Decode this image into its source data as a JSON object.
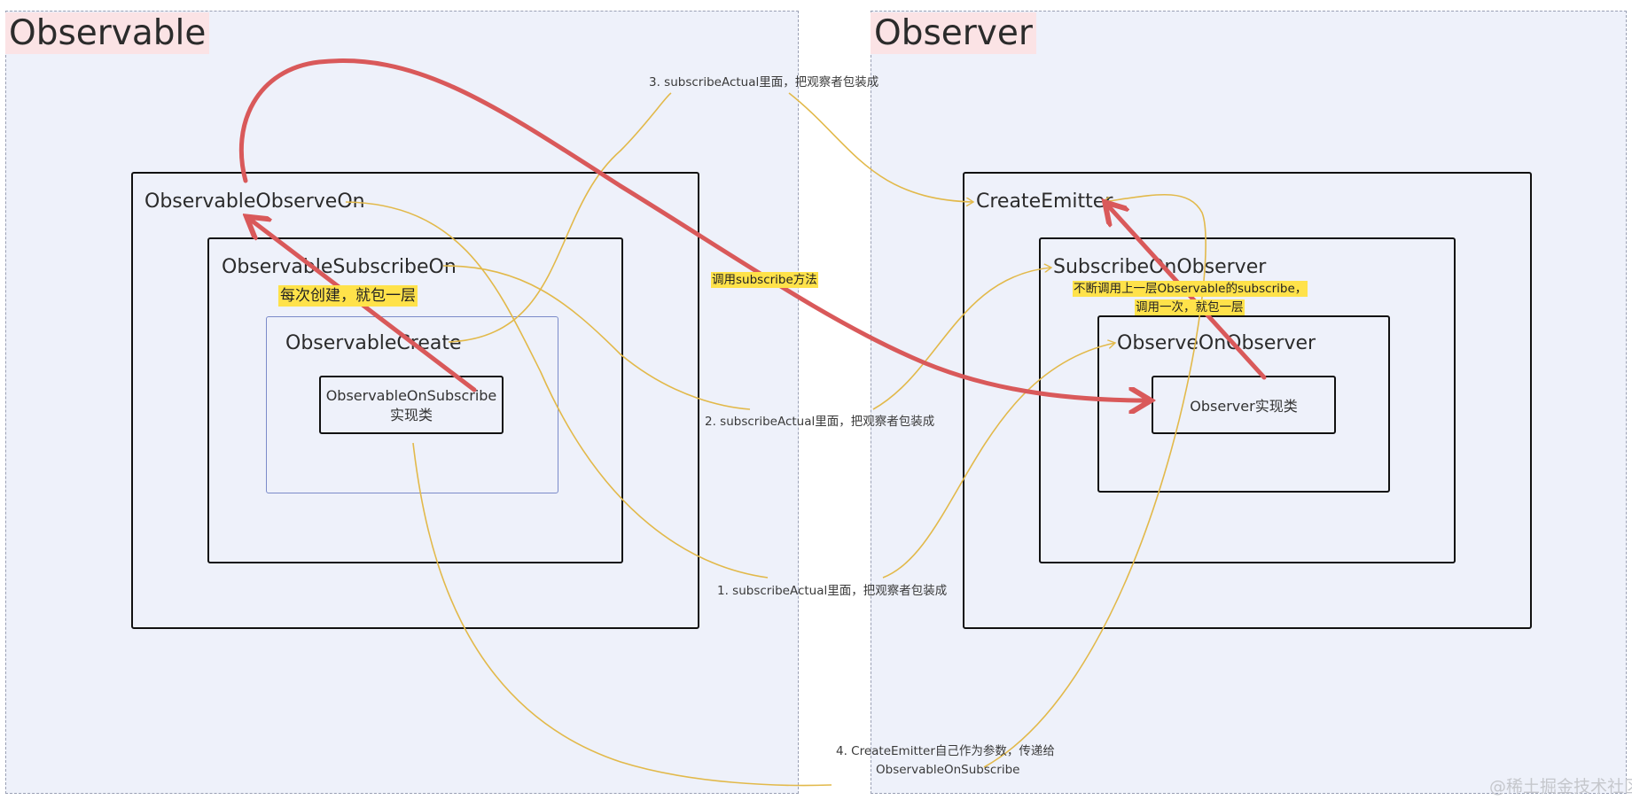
{
  "panels": {
    "observable": {
      "title": "Observable"
    },
    "observer": {
      "title": "Observer"
    }
  },
  "observable_side": {
    "observe_on": "ObservableObserveOn",
    "subscribe_on": "ObservableSubscribeOn",
    "create": "ObservableCreate",
    "on_subscribe_impl_line1": "ObservableOnSubscribe",
    "on_subscribe_impl_line2": "实现类",
    "wrap_note": "每次创建，就包一层"
  },
  "observer_side": {
    "create_emitter": "CreateEmitter",
    "subscribe_on_observer": "SubscribeOnObserver",
    "observe_on_observer": "ObserveOnObserver",
    "observer_impl": "Observer实现类",
    "call_note_line1": "不断调用上一层Observable的subscribe，",
    "call_note_line2": "调用一次，就包一层"
  },
  "annotations": {
    "call_subscribe": "调用subscribe方法",
    "step1": "1. subscribeActual里面，把观察者包装成",
    "step2": "2. subscribeActual里面，把观察者包装成",
    "step3": "3. subscribeActual里面，把观察者包装成",
    "step4_line1": "4. CreateEmitter自己作为参数，传递给",
    "step4_line2": "ObservableOnSubscribe"
  },
  "watermark": "@稀土掘金技术社区",
  "colors": {
    "panel_bg": "#eef1fa",
    "title_bg": "#fbe3e5",
    "red_arrow": "#d9595a",
    "yellow_line": "#e2b94a",
    "highlight": "#ffe24a"
  }
}
